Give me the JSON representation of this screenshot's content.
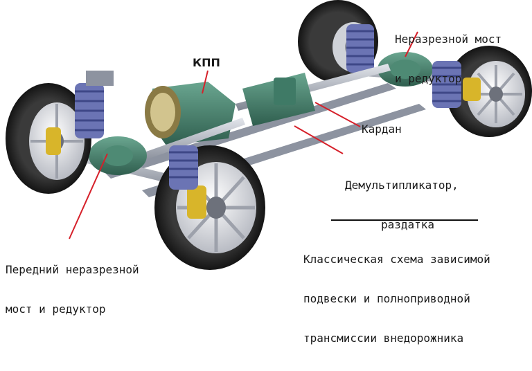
{
  "labels": {
    "rear_axle": [
      "Неразрезной мост",
      "и редуктор"
    ],
    "gearbox": "КПП",
    "driveshaft": "Кардан",
    "transfer_case": [
      "Демультипликатор,",
      "раздатка"
    ],
    "front_axle": [
      "Передний неразрезной",
      "мост и редуктор"
    ],
    "caption": [
      "Классическая схема зависимой",
      "подвески и полноприводной",
      "трансмиссии внедорожника"
    ]
  },
  "colors": {
    "leader_line": "#d6202a",
    "housing": "#3f7a66",
    "tire": "#2b2b2b",
    "spring": "#6b74b4",
    "brake_caliper": "#d8b52a"
  }
}
